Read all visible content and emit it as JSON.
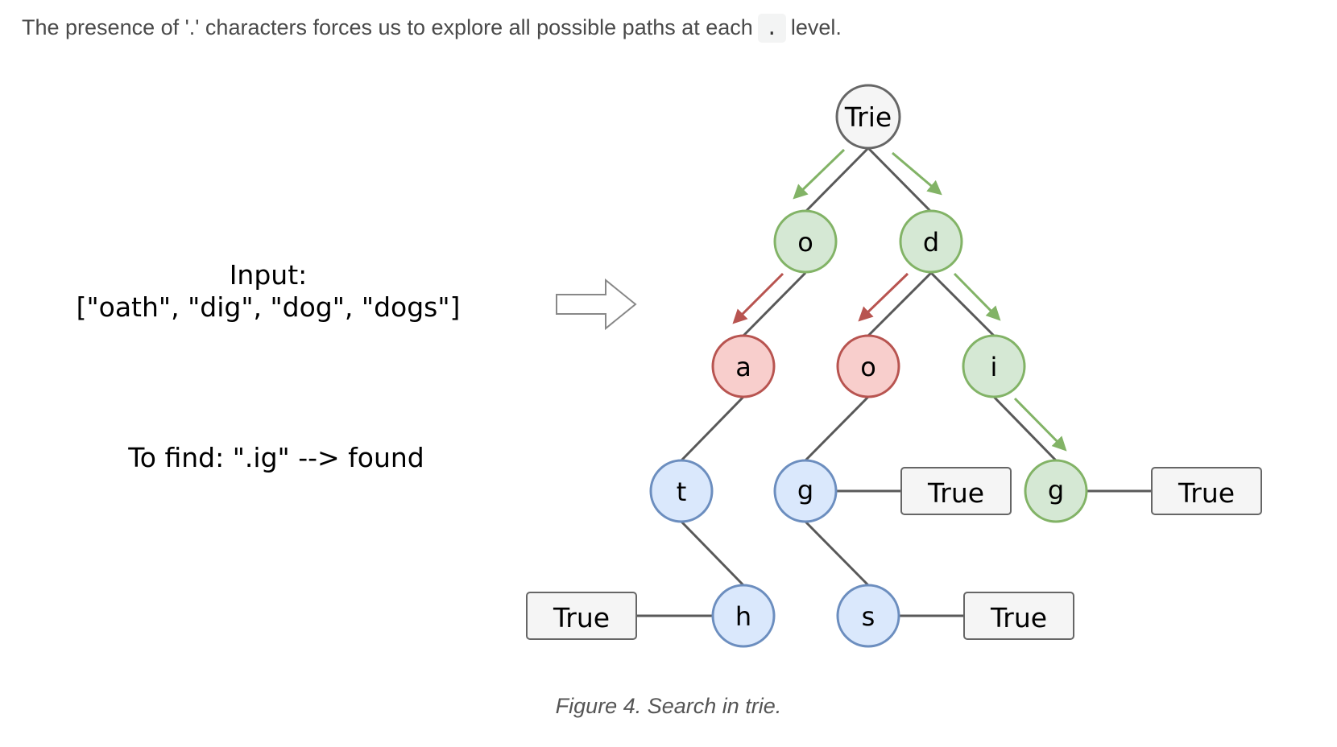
{
  "intro": {
    "before": "The presence of '.' characters forces us to explore all possible paths at each",
    "code": ".",
    "after": "level."
  },
  "input_label": "Input:",
  "input_words": "[\"oath\", \"dig\", \"dog\", \"dogs\"]",
  "find_text": "To find: \".ig\" --> found",
  "nodes": {
    "root": "Trie",
    "o1": "o",
    "d": "d",
    "a": "a",
    "o2": "o",
    "i": "i",
    "t": "t",
    "g1": "g",
    "g2": "g",
    "h": "h",
    "s": "s"
  },
  "true_boxes": {
    "g1": "True",
    "g2": "True",
    "h": "True",
    "s": "True"
  },
  "colors": {
    "gray_fill": "#f5f5f5",
    "gray_stroke": "#666666",
    "green_fill": "#d5e8d4",
    "green_stroke": "#82b366",
    "red_fill": "#f8cecc",
    "red_stroke": "#b85450",
    "blue_fill": "#dae8fc",
    "blue_stroke": "#6c8ebf",
    "green_arrow": "#82b366",
    "red_arrow": "#b85450"
  },
  "caption": "Figure 4. Search in trie."
}
